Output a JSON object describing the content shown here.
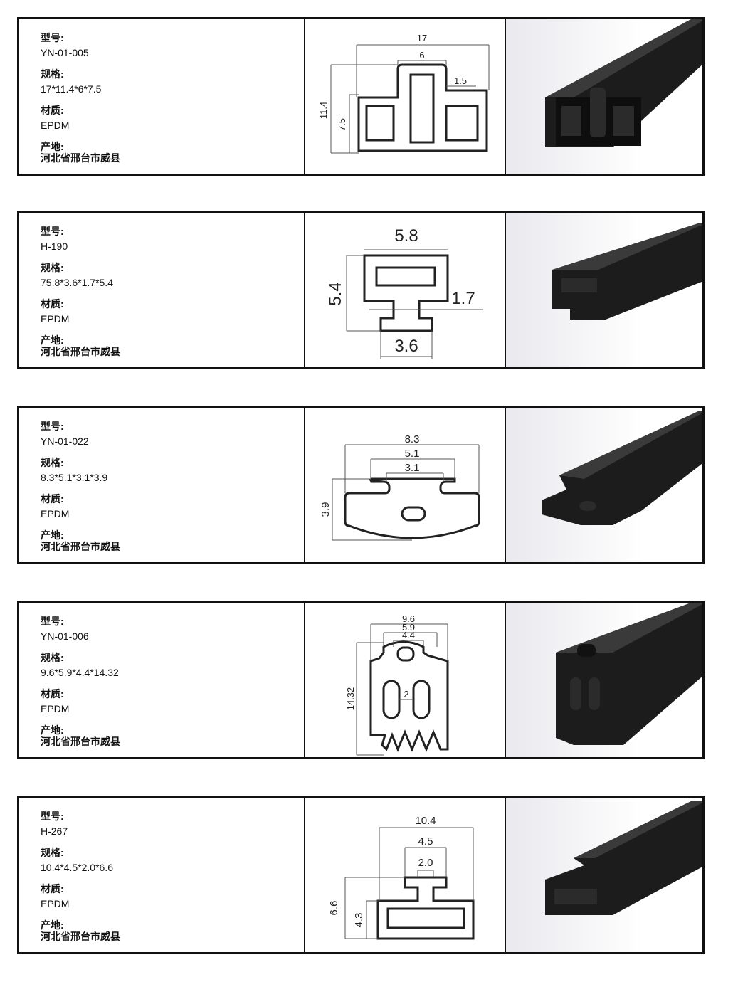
{
  "labels": {
    "model": "型号:",
    "spec": "规格:",
    "material": "材质:",
    "origin": "产地:"
  },
  "products": [
    {
      "model": "YN-01-005",
      "spec": "17*11.4*6*7.5",
      "material": "EPDM",
      "origin": "河北省邢台市威县",
      "dims": [
        "17",
        "6",
        "1.5",
        "11.4",
        "7.5"
      ]
    },
    {
      "model": "H-190",
      "spec": "75.8*3.6*1.7*5.4",
      "material": "EPDM",
      "origin": "河北省邢台市威县",
      "dims": [
        "5.8",
        "5.4",
        "1.7",
        "3.6"
      ]
    },
    {
      "model": "YN-01-022",
      "spec": "8.3*5.1*3.1*3.9",
      "material": "EPDM",
      "origin": "河北省邢台市威县",
      "dims": [
        "8.3",
        "5.1",
        "3.1",
        "3.9"
      ]
    },
    {
      "model": "YN-01-006",
      "spec": "9.6*5.9*4.4*14.32",
      "material": "EPDM",
      "origin": "河北省邢台市威县",
      "dims": [
        "9.6",
        "5.9",
        "4.4",
        "14.32",
        "2"
      ]
    },
    {
      "model": "H-267",
      "spec": "10.4*4.5*2.0*6.6",
      "material": "EPDM",
      "origin": "河北省邢台市威县",
      "dims": [
        "10.4",
        "4.5",
        "2.0",
        "6.6",
        "4.3"
      ]
    }
  ]
}
